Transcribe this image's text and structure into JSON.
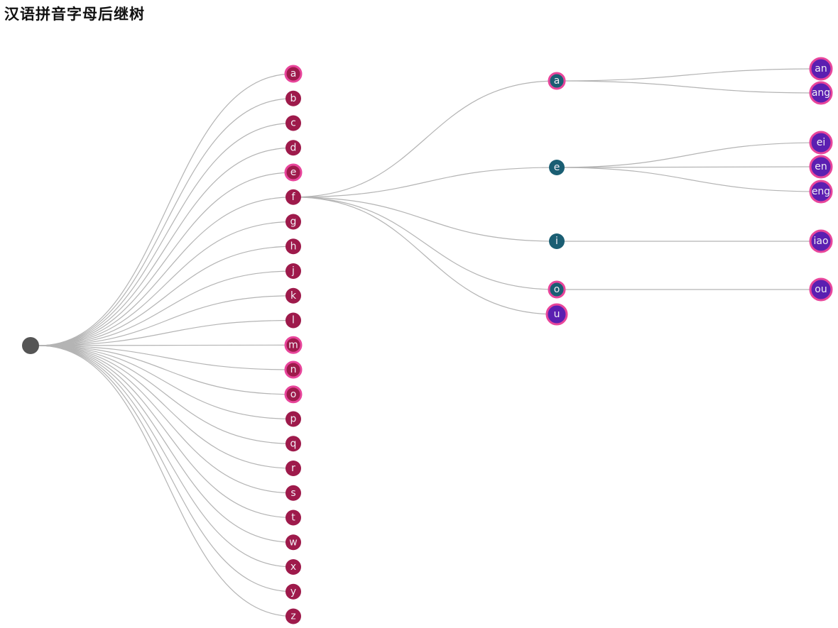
{
  "title": "汉语拼音字母后继树",
  "colors": {
    "link": "#b4b4b4",
    "root": "#555555",
    "level1": "#9e1a4b",
    "level2": "#1a5e73",
    "level3": "#5b1fb1",
    "expandable_ring": "#e8459b"
  },
  "tree": {
    "children": [
      {
        "name": "a",
        "ring": true
      },
      {
        "name": "b"
      },
      {
        "name": "c"
      },
      {
        "name": "d"
      },
      {
        "name": "e",
        "ring": true
      },
      {
        "name": "f",
        "children": [
          {
            "name": "a",
            "ring": true,
            "children": [
              {
                "name": "an",
                "ring": true
              },
              {
                "name": "ang",
                "ring": true
              }
            ]
          },
          {
            "name": "e",
            "children": [
              {
                "name": "ei",
                "ring": true
              },
              {
                "name": "en",
                "ring": true
              },
              {
                "name": "eng",
                "ring": true
              }
            ]
          },
          {
            "name": "i",
            "children": [
              {
                "name": "iao",
                "ring": true
              }
            ]
          },
          {
            "name": "o",
            "ring": true,
            "children": [
              {
                "name": "ou",
                "ring": true
              }
            ]
          },
          {
            "name": "u",
            "ring": true,
            "leaf_here": true
          }
        ]
      },
      {
        "name": "g"
      },
      {
        "name": "h"
      },
      {
        "name": "j"
      },
      {
        "name": "k"
      },
      {
        "name": "l"
      },
      {
        "name": "m",
        "ring": true
      },
      {
        "name": "n",
        "ring": true
      },
      {
        "name": "o",
        "ring": true
      },
      {
        "name": "p"
      },
      {
        "name": "q"
      },
      {
        "name": "r"
      },
      {
        "name": "s"
      },
      {
        "name": "t"
      },
      {
        "name": "w"
      },
      {
        "name": "x"
      },
      {
        "name": "y"
      },
      {
        "name": "z"
      }
    ]
  }
}
